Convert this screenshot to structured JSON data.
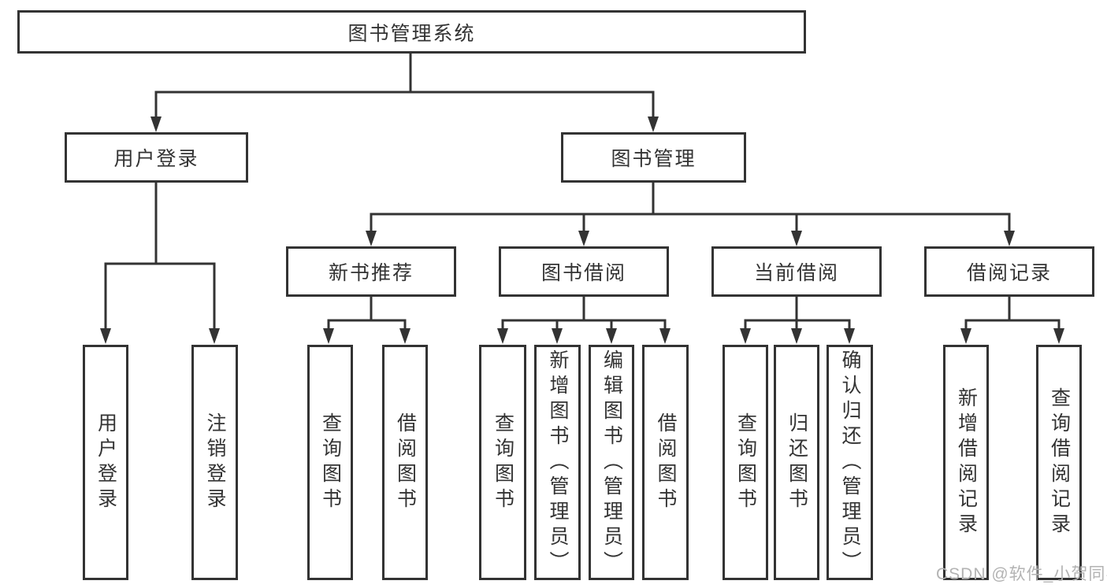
{
  "colors": {
    "line": "#333333",
    "text": "#333333",
    "background": "#ffffff",
    "watermark": "#b3b3b3"
  },
  "watermark": "CSDN @软件_小贺同学",
  "tree": {
    "label": "图书管理系统",
    "children": [
      {
        "label": "用户登录",
        "children": [
          {
            "label": "用户登录"
          },
          {
            "label": "注销登录"
          }
        ]
      },
      {
        "label": "图书管理",
        "children": [
          {
            "label": "新书推荐",
            "children": [
              {
                "label": "查询图书"
              },
              {
                "label": "借阅图书"
              }
            ]
          },
          {
            "label": "图书借阅",
            "children": [
              {
                "label": "查询图书"
              },
              {
                "label": "新增图书（管理员）"
              },
              {
                "label": "编辑图书（管理员）"
              },
              {
                "label": "借阅图书"
              }
            ]
          },
          {
            "label": "当前借阅",
            "children": [
              {
                "label": "查询图书"
              },
              {
                "label": "归还图书"
              },
              {
                "label": "确认归还（管理员）"
              }
            ]
          },
          {
            "label": "借阅记录",
            "children": [
              {
                "label": "新增借阅记录"
              },
              {
                "label": "查询借阅记录"
              }
            ]
          }
        ]
      }
    ]
  }
}
